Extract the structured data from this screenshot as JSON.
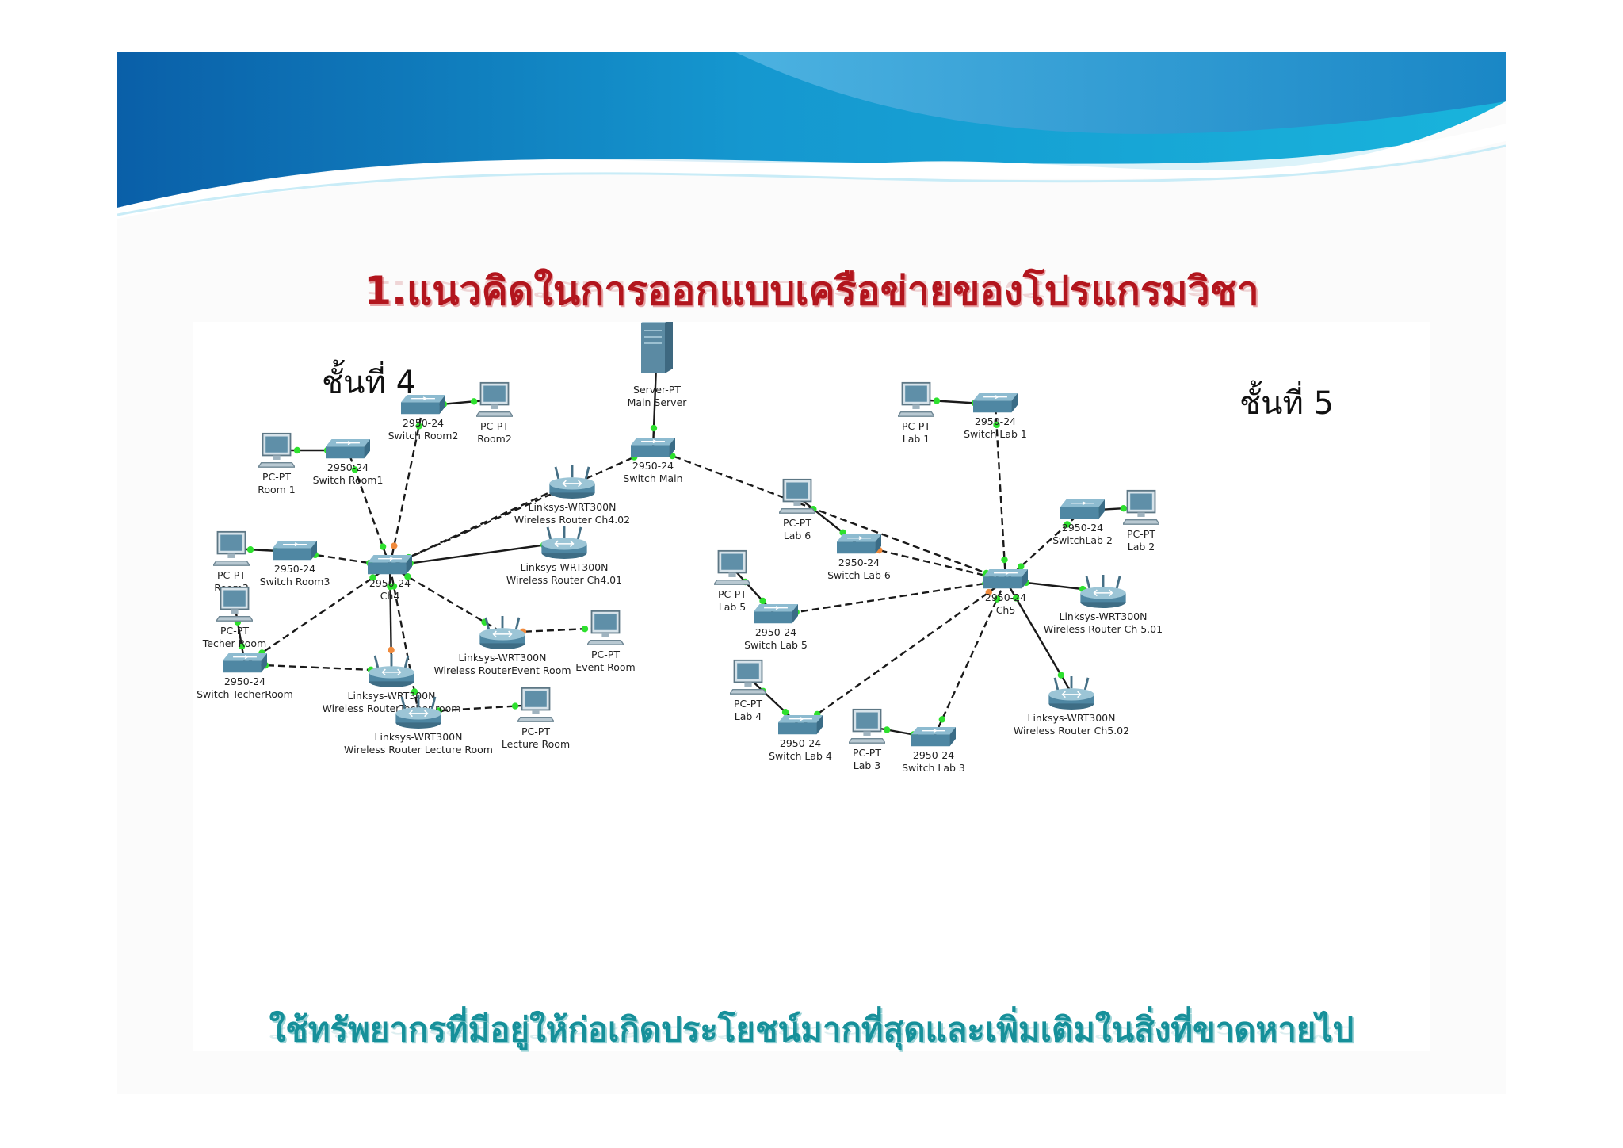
{
  "slide": {
    "title": "1.แนวคิดในการออกแบบเครือข่ายของโปรแกรมวิชา",
    "footer": "ใช้ทรัพยากรที่มีอยู่ให้ก่อเกิดประโยชน์มากที่สุดและเพิ่มเติมในสิ่งที่ขาดหายไป",
    "title_color": "#b2151d",
    "footer_color": "#16909a",
    "banner_colors": [
      "#0a5fa8",
      "#1ba7d8",
      "#c9ecf7"
    ]
  },
  "diagram": {
    "floor_labels": {
      "floor4": "ชั้นที่ 4",
      "floor5": "ชั้นที่ 5"
    },
    "node_types": {
      "switch": "switch-icon",
      "pc": "pc-icon",
      "router": "wireless-router-icon",
      "server": "server-icon"
    },
    "colors": {
      "link": "#1a1a1a",
      "port_up": "#2ee02e",
      "port_wait": "#f08a3c",
      "device": "#4f87a3"
    },
    "nodes": [
      {
        "id": "server",
        "type": "server",
        "l1": "Server-PT",
        "l2": "Main Server"
      },
      {
        "id": "sw_main",
        "type": "switch",
        "l1": "2950-24",
        "l2": "Switch Main"
      },
      {
        "id": "ch4",
        "type": "switch",
        "l1": "2950-24",
        "l2": "Ch4"
      },
      {
        "id": "sw_room1",
        "type": "switch",
        "l1": "2950-24",
        "l2": "Switch Room1"
      },
      {
        "id": "pc_room1",
        "type": "pc",
        "l1": "PC-PT",
        "l2": "Room 1"
      },
      {
        "id": "sw_room2",
        "type": "switch",
        "l1": "2950-24",
        "l2": "Switch Room2"
      },
      {
        "id": "pc_room2",
        "type": "pc",
        "l1": "PC-PT",
        "l2": "Room2"
      },
      {
        "id": "sw_room3",
        "type": "switch",
        "l1": "2950-24",
        "l2": "Switch Room3"
      },
      {
        "id": "pc_room3",
        "type": "pc",
        "l1": "PC-PT",
        "l2": "Room3"
      },
      {
        "id": "pc_techer",
        "type": "pc",
        "l1": "PC-PT",
        "l2": "Techer Room"
      },
      {
        "id": "sw_techer",
        "type": "switch",
        "l1": "2950-24",
        "l2": "Switch TecherRoom"
      },
      {
        "id": "wr_techer",
        "type": "router",
        "l1": "Linksys-WRT300N",
        "l2": "Wireless RouterTecher room"
      },
      {
        "id": "wr_lecture",
        "type": "router",
        "l1": "Linksys-WRT300N",
        "l2": "Wireless Router Lecture  Room"
      },
      {
        "id": "pc_lecture",
        "type": "pc",
        "l1": "PC-PT",
        "l2": "Lecture Room"
      },
      {
        "id": "wr_event",
        "type": "router",
        "l1": "Linksys-WRT300N",
        "l2": "Wireless RouterEvent Room"
      },
      {
        "id": "pc_event",
        "type": "pc",
        "l1": "PC-PT",
        "l2": "Event Room"
      },
      {
        "id": "wr_ch401",
        "type": "router",
        "l1": "Linksys-WRT300N",
        "l2": "Wireless Router Ch4.01"
      },
      {
        "id": "wr_ch402",
        "type": "router",
        "l1": "Linksys-WRT300N",
        "l2": "Wireless Router  Ch4.02"
      },
      {
        "id": "ch5",
        "type": "switch",
        "l1": "2950-24",
        "l2": "Ch5"
      },
      {
        "id": "sw_lab1",
        "type": "switch",
        "l1": "2950-24",
        "l2": "Switch Lab 1"
      },
      {
        "id": "pc_lab1",
        "type": "pc",
        "l1": "PC-PT",
        "l2": "Lab 1"
      },
      {
        "id": "sw_lab2",
        "type": "switch",
        "l1": "2950-24",
        "l2": "SwitchLab 2"
      },
      {
        "id": "pc_lab2",
        "type": "pc",
        "l1": "PC-PT",
        "l2": "Lab 2"
      },
      {
        "id": "pc_lab6",
        "type": "pc",
        "l1": "PC-PT",
        "l2": "Lab 6"
      },
      {
        "id": "sw_lab6",
        "type": "switch",
        "l1": "2950-24",
        "l2": "Switch  Lab 6"
      },
      {
        "id": "pc_lab5",
        "type": "pc",
        "l1": "PC-PT",
        "l2": "Lab 5"
      },
      {
        "id": "sw_lab5",
        "type": "switch",
        "l1": "2950-24",
        "l2": "Switch Lab 5"
      },
      {
        "id": "pc_lab4",
        "type": "pc",
        "l1": "PC-PT",
        "l2": "Lab 4"
      },
      {
        "id": "sw_lab4",
        "type": "switch",
        "l1": "2950-24",
        "l2": "Switch Lab 4"
      },
      {
        "id": "pc_lab3",
        "type": "pc",
        "l1": "PC-PT",
        "l2": "Lab 3"
      },
      {
        "id": "sw_lab3",
        "type": "switch",
        "l1": "2950-24",
        "l2": "Switch Lab 3"
      },
      {
        "id": "wr_ch501",
        "type": "router",
        "l1": "Linksys-WRT300N",
        "l2": "Wireless Router Ch 5.01"
      },
      {
        "id": "wr_ch502",
        "type": "router",
        "l1": "Linksys-WRT300N",
        "l2": "Wireless Router Ch5.02"
      }
    ],
    "links": [
      {
        "a": "server",
        "b": "sw_main",
        "style": "solid"
      },
      {
        "a": "sw_main",
        "b": "ch4",
        "style": "dashed"
      },
      {
        "a": "sw_main",
        "b": "ch5",
        "style": "dashed"
      },
      {
        "a": "ch4",
        "b": "sw_room1",
        "style": "dashed"
      },
      {
        "a": "sw_room1",
        "b": "pc_room1",
        "style": "solid"
      },
      {
        "a": "ch4",
        "b": "sw_room2",
        "style": "dashed"
      },
      {
        "a": "sw_room2",
        "b": "pc_room2",
        "style": "solid"
      },
      {
        "a": "ch4",
        "b": "sw_room3",
        "style": "dashed"
      },
      {
        "a": "sw_room3",
        "b": "pc_room3",
        "style": "solid"
      },
      {
        "a": "ch4",
        "b": "sw_techer",
        "style": "dashed"
      },
      {
        "a": "sw_techer",
        "b": "pc_techer",
        "style": "solid"
      },
      {
        "a": "sw_techer",
        "b": "wr_techer",
        "style": "dashed"
      },
      {
        "a": "ch4",
        "b": "wr_techer",
        "style": "solid"
      },
      {
        "a": "ch4",
        "b": "wr_lecture",
        "style": "dashed"
      },
      {
        "a": "wr_lecture",
        "b": "pc_lecture",
        "style": "dashed"
      },
      {
        "a": "ch4",
        "b": "wr_event",
        "style": "dashed"
      },
      {
        "a": "wr_event",
        "b": "pc_event",
        "style": "dashed"
      },
      {
        "a": "ch4",
        "b": "wr_ch401",
        "style": "solid"
      },
      {
        "a": "ch4",
        "b": "wr_ch402",
        "style": "dashed"
      },
      {
        "a": "ch5",
        "b": "sw_lab1",
        "style": "dashed"
      },
      {
        "a": "sw_lab1",
        "b": "pc_lab1",
        "style": "solid"
      },
      {
        "a": "ch5",
        "b": "sw_lab2",
        "style": "dashed"
      },
      {
        "a": "sw_lab2",
        "b": "pc_lab2",
        "style": "solid"
      },
      {
        "a": "ch5",
        "b": "sw_lab6",
        "style": "dashed"
      },
      {
        "a": "sw_lab6",
        "b": "pc_lab6",
        "style": "solid"
      },
      {
        "a": "ch5",
        "b": "sw_lab5",
        "style": "dashed"
      },
      {
        "a": "sw_lab5",
        "b": "pc_lab5",
        "style": "solid"
      },
      {
        "a": "ch5",
        "b": "sw_lab4",
        "style": "dashed"
      },
      {
        "a": "sw_lab4",
        "b": "pc_lab4",
        "style": "solid"
      },
      {
        "a": "ch5",
        "b": "sw_lab3",
        "style": "dashed"
      },
      {
        "a": "sw_lab3",
        "b": "pc_lab3",
        "style": "solid"
      },
      {
        "a": "ch5",
        "b": "wr_ch501",
        "style": "solid"
      },
      {
        "a": "ch5",
        "b": "wr_ch502",
        "style": "solid"
      }
    ]
  }
}
